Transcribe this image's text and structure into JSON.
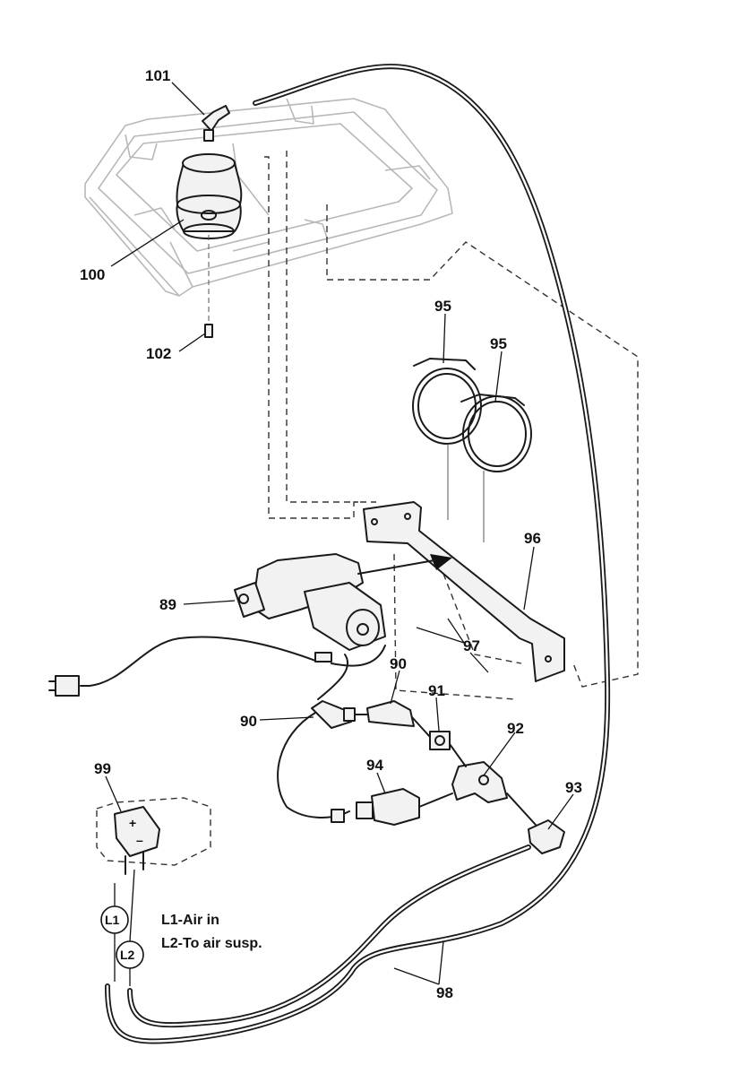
{
  "callouts": {
    "c101": "101",
    "c100": "100",
    "c102": "102",
    "c95a": "95",
    "c95b": "95",
    "c96": "96",
    "c89": "89",
    "c97": "97",
    "c90a": "90",
    "c90b": "90",
    "c91": "91",
    "c92": "92",
    "c94": "94",
    "c93": "93",
    "c99": "99",
    "c98": "98"
  },
  "legend": {
    "l1_circle": "L1",
    "l2_circle": "L2",
    "l1_text": "L1-Air in",
    "l2_text": "L2-To air susp."
  }
}
